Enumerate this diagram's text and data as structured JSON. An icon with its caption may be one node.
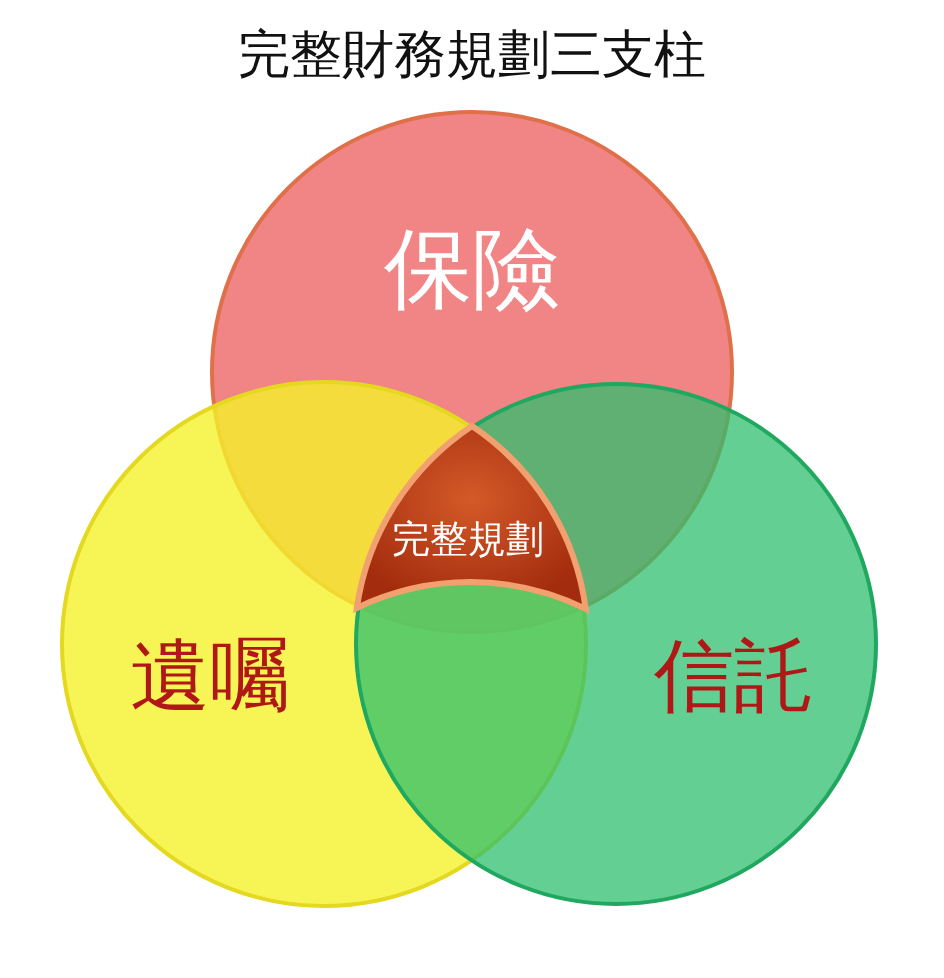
{
  "diagram": {
    "title": "完整財務規劃三支柱",
    "nodes": [
      {
        "text": [
          "保險"
        ]
      },
      {
        "text": [
          "遺囑"
        ]
      },
      {
        "text": [
          "信託"
        ]
      },
      {
        "text": [
          "完整規劃"
        ]
      }
    ],
    "edges": []
  }
}
